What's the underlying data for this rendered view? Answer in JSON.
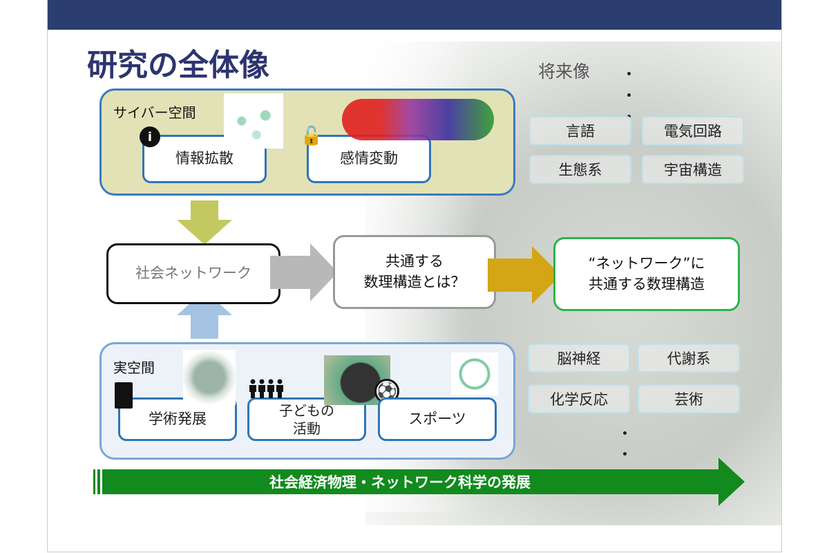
{
  "title": "研究の全体像",
  "future": {
    "label": "将来像",
    "top_items": [
      "言語",
      "電気回路",
      "生態系",
      "宇宙構造"
    ],
    "bottom_items": [
      "脳神経",
      "代謝系",
      "化学反応",
      "芸術"
    ]
  },
  "cyber": {
    "label": "サイバー空間",
    "items": [
      "情報拡散",
      "感情変動"
    ]
  },
  "real": {
    "label": "実空間",
    "items": [
      "学術発展",
      "子どもの\n活動",
      "スポーツ"
    ]
  },
  "center": {
    "social": "社会ネットワーク",
    "question": "共通する\n数理構造とは？",
    "goal": "“ネットワーク”に\n共通する数理構造"
  },
  "banner": "社会経済物理・ネットワーク科学の発展",
  "colors": {
    "header": "#2c3e70",
    "title": "#2d3470",
    "banner": "#128a1e",
    "goal_border": "#2db34a"
  }
}
